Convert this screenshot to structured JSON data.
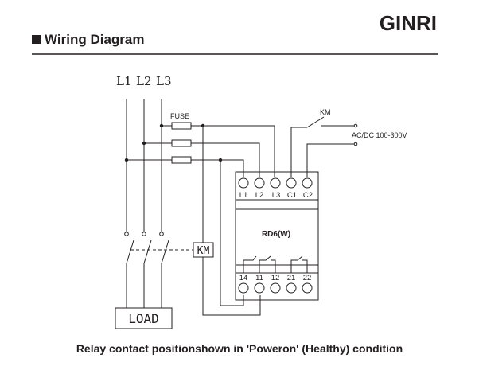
{
  "brand": "GINRI",
  "section_title": "Wiring Diagram",
  "phases": [
    "L1",
    "L2",
    "L3"
  ],
  "labels": {
    "fuse": "FUSE",
    "km_switch": "KM",
    "supply": "AC/DC 100-300V",
    "coil": "KM",
    "load": "LOAD",
    "model": "RD6(W)"
  },
  "top_terminals": [
    "L1",
    "L2",
    "L3",
    "C1",
    "C2"
  ],
  "bottom_terminals": [
    "14",
    "11",
    "12",
    "21",
    "22"
  ],
  "caption": "Relay contact positionshown in 'Poweron' (Healthy) condition"
}
